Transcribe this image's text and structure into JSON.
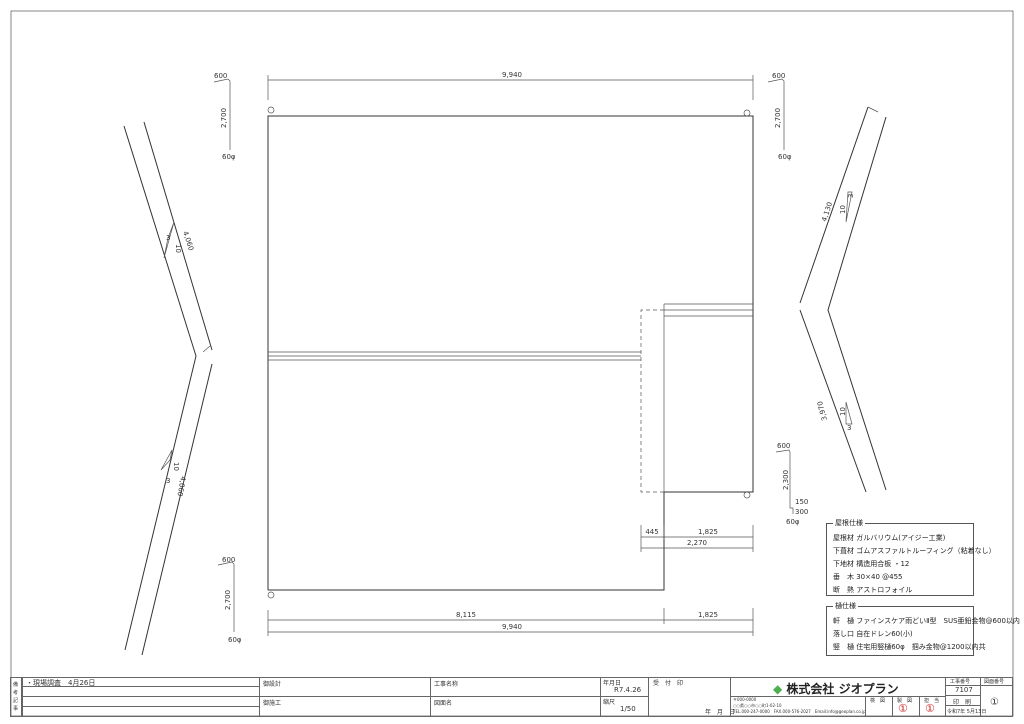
{
  "drawing": {
    "main_dims": {
      "top": "9,940",
      "bottom_left": "8,115",
      "bottom_right": "1,825",
      "bottom_total": "9,940",
      "ext_left": "445",
      "ext_right": "1,825",
      "ext_total": "2,270"
    },
    "downspouts": [
      {
        "offset": "600",
        "length": "2,700",
        "diameter": "60φ"
      },
      {
        "offset": "600",
        "length": "2,700",
        "diameter": "60φ"
      },
      {
        "offset": "600",
        "length": "2,700",
        "diameter": "60φ"
      },
      {
        "offset": "600",
        "length": "2,300",
        "diameter": "60φ",
        "extra1": "150",
        "extra2": "300"
      }
    ],
    "left_side": {
      "top_len": "4,060",
      "top_rise": "10",
      "top_run": "3",
      "bottom_len": "4,060",
      "bottom_rise": "10",
      "bottom_run": "3"
    },
    "right_side": {
      "top_len": "4,130",
      "top_rise": "10",
      "top_run": "3",
      "bottom_len": "3,970",
      "bottom_rise": "10",
      "bottom_run": "3"
    }
  },
  "roof_spec": {
    "title": "屋根仕様",
    "rows": [
      "屋根材 ガルバリウム(アイジー工業)",
      "下葺材 ゴムアスファルトルーフィング（粘着なし）",
      "下地材 構造用合板 ・12",
      "垂　木 30×40 @455",
      "断　熱 アストロフォイル"
    ]
  },
  "gutter_spec": {
    "title": "樋仕様",
    "rows": [
      "軒　樋 ファインスケア雨どいⅡ型　SUS亜鉛金物@600以内",
      "落し口 自在ドレン60(小)",
      "竪　樋 住宅用竪樋60φ　掴み金物@1200以内共"
    ]
  },
  "title_block": {
    "side_label": "備考記事",
    "note1": "・現場調査　4月26日",
    "design_label": "御設計",
    "builder_label": "御施工",
    "project_label": "工事名称",
    "drawing_label": "図面名",
    "date_label": "年月日",
    "date_value": "R7.4.26",
    "scale_label": "縮尺",
    "scale_value": "1/50",
    "stamp_label": "受　付　印",
    "stamp_date": "年　月　日",
    "company": "株式会社 ジオプラン",
    "address1": "〒000-0000",
    "address2": "○○県○○市○○町1-02-10",
    "address3": "TEL.000-247-0000　FAX.000-576-2027　Email:info@geoplan.co.jp",
    "check_label": "検　図",
    "draft_label": "製　図",
    "charge_label": "担　当",
    "job_no_label": "工事番号",
    "job_no": "7107",
    "print_label": "印　刷",
    "print_date": "令和7年 5月13日",
    "sheet_no_label": "図面番号",
    "sheet_no": "①",
    "stamp_mark": "①"
  },
  "colors": {
    "stamp": "#cc2222",
    "logo": "#4caf50",
    "line": "#333333"
  }
}
